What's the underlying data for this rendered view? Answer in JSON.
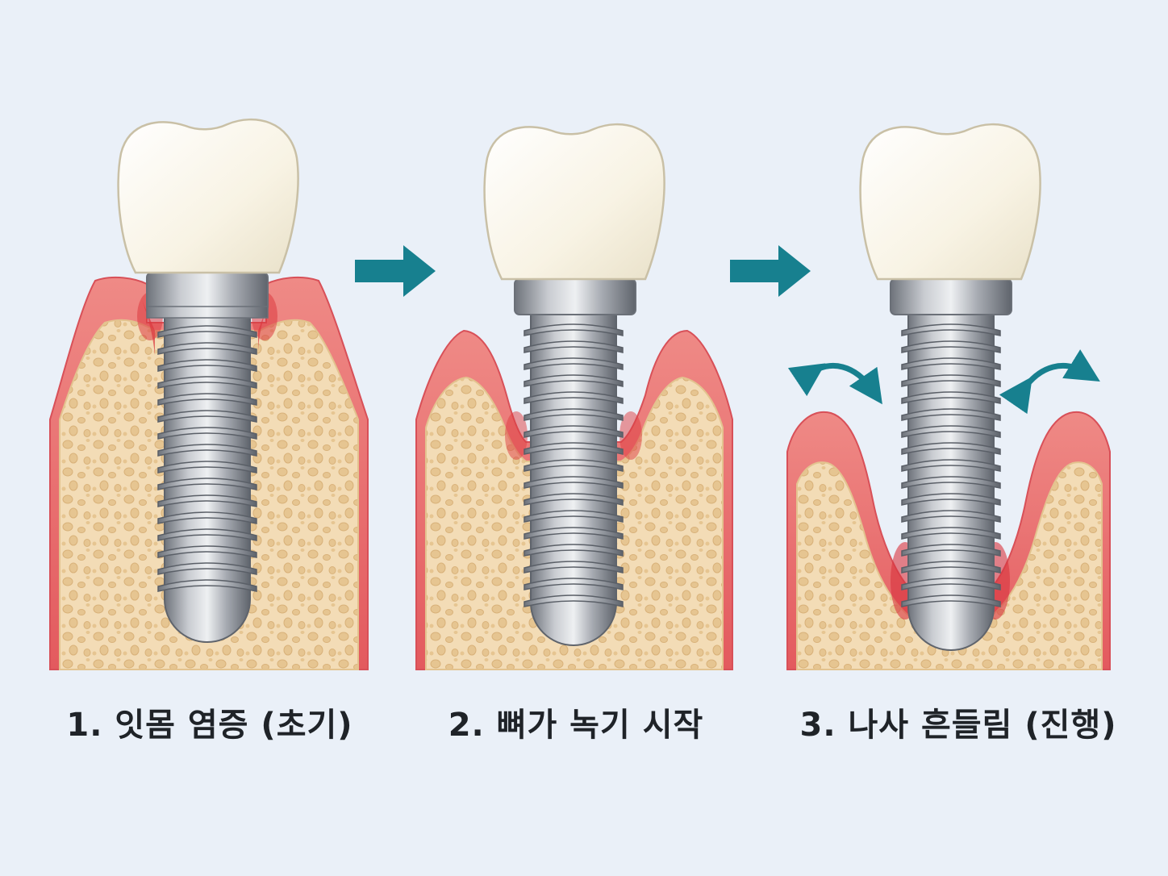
{
  "stages": [
    {
      "label": "1. 잇몸 염증 (초기)"
    },
    {
      "label": "2. 뼈가 녹기 시작"
    },
    {
      "label": "3. 나사 흔들림 (진행)"
    }
  ],
  "colors": {
    "background": "#eaf0f8",
    "bone": "#f3dcb6",
    "bone_pore": "#e4c28e",
    "gum": "#e86a6a",
    "gum_light": "#f4a9a3",
    "crown": "#fbf8ee",
    "implant": "#9da2aa",
    "arrow": "#17808f",
    "text": "#1f2328"
  },
  "icons": [
    "arrow-right-icon",
    "wobble-arrow-icon"
  ]
}
